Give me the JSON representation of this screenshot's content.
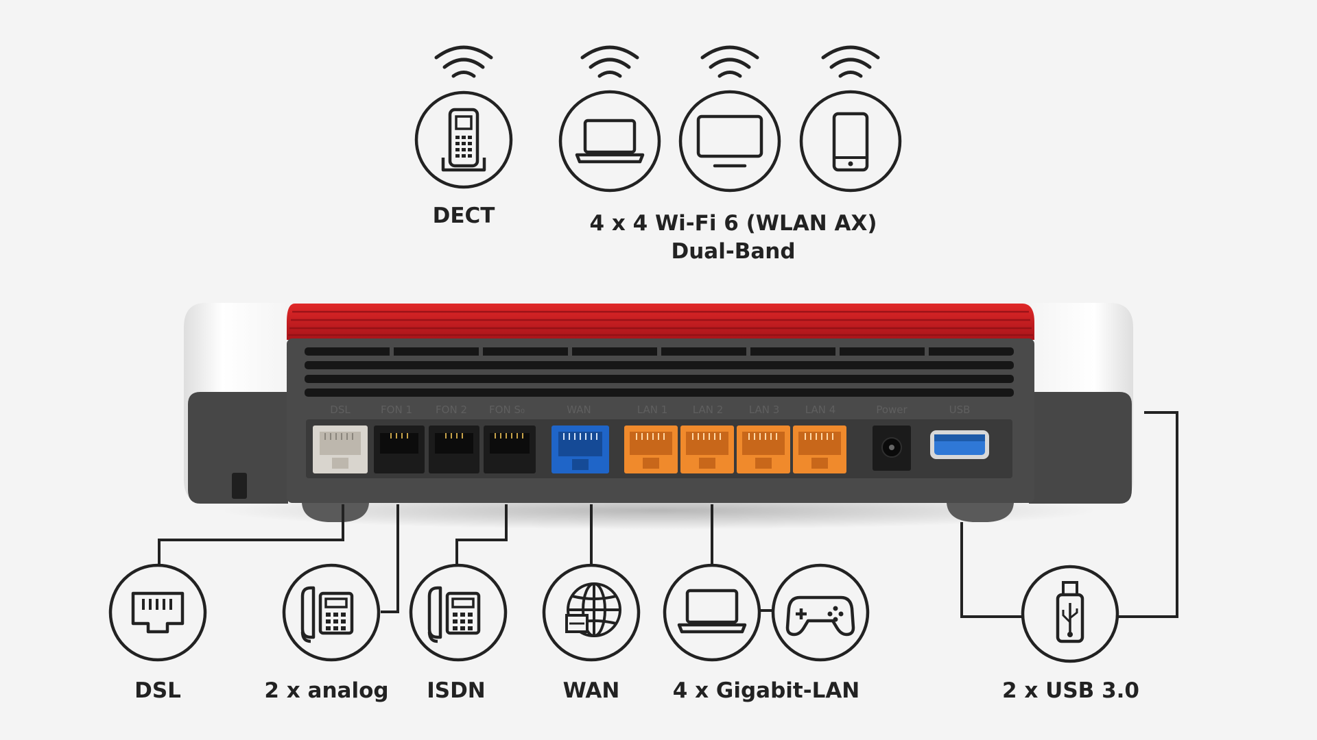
{
  "colors": {
    "background": "#f4f4f4",
    "line": "#222222",
    "router_red": "#c41e1e",
    "router_body": "#4a4a4a",
    "router_white": "#ffffff",
    "port_dsl": "#d9d5ce",
    "port_fon": "#1b1b1b",
    "port_wan": "#1f65c8",
    "port_lan": "#f08a2c",
    "port_usb": "#2f78d6"
  },
  "wireless_devices": {
    "dect": {
      "icon": "cordless-phone-icon",
      "label": "DECT"
    },
    "wifi": {
      "icons": [
        "laptop-icon",
        "monitor-icon",
        "smartphone-icon"
      ],
      "label_line1": "4 x 4 Wi-Fi 6 (WLAN AX)",
      "label_line2": "Dual-Band"
    }
  },
  "router": {
    "port_labels": {
      "dsl": "DSL",
      "fon1": "FON 1",
      "fon2": "FON 2",
      "fon_s0": "FON S₀",
      "wan": "WAN",
      "lan1": "LAN 1",
      "lan2": "LAN 2",
      "lan3": "LAN 3",
      "lan4": "LAN 4",
      "power": "Power",
      "usb": "USB"
    }
  },
  "connections": {
    "dsl": {
      "icon": "ethernet-port-icon",
      "label": "DSL"
    },
    "analog": {
      "icon": "desk-phone-icon",
      "label": "2 x analog"
    },
    "isdn": {
      "icon": "desk-phone-icon",
      "label": "ISDN"
    },
    "wan": {
      "icon": "globe-network-icon",
      "label": "WAN"
    },
    "lan": {
      "icons": [
        "laptop-icon",
        "gamepad-icon"
      ],
      "label": "4 x Gigabit-LAN"
    },
    "usb": {
      "icon": "usb-stick-icon",
      "label": "2 x USB 3.0"
    }
  }
}
